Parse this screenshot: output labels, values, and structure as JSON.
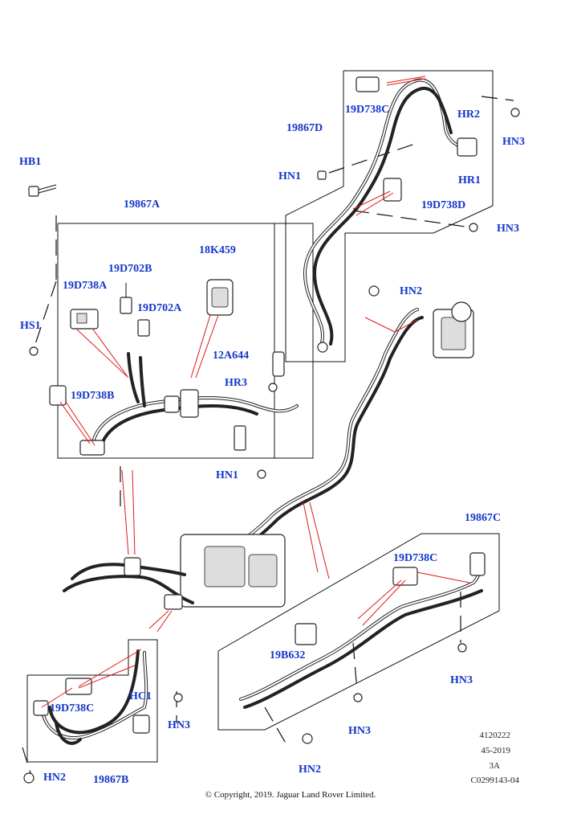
{
  "callouts": {
    "hb1": "HB1",
    "hs1": "HS1",
    "harness_a": "19867A",
    "c18k459": "18K459",
    "c19d702b": "19D702B",
    "c19d738a": "19D738A",
    "c19d702a": "19D702A",
    "c12a644": "12A644",
    "hr3": "HR3",
    "c19d738b": "19D738B",
    "hn1_lower": "HN1",
    "harness_d": "19867D",
    "c19d738c_top": "19D738C",
    "hr2": "HR2",
    "hr1": "HR1",
    "hn3_top": "HN3",
    "hn1_upper": "HN1",
    "c19d738d": "19D738D",
    "hn3_mid": "HN3",
    "hn2_mid": "HN2",
    "harness_c": "19867C",
    "c19d738c_right": "19D738C",
    "c19b632": "19B632",
    "hn3_right": "HN3",
    "hn3_bottom": "HN3",
    "hn2_bottom": "HN2",
    "hc1": "HC1",
    "c19d738c_left": "19D738C",
    "hn3_left": "HN3",
    "hn2_left": "HN2",
    "harness_b": "19867B"
  },
  "reference": {
    "code1": "4120222",
    "code2": "45-2019",
    "code3": "3A",
    "code4": "C0299143-04"
  },
  "copyright": "© Copyright, 2019. Jaguar Land Rover Limited."
}
